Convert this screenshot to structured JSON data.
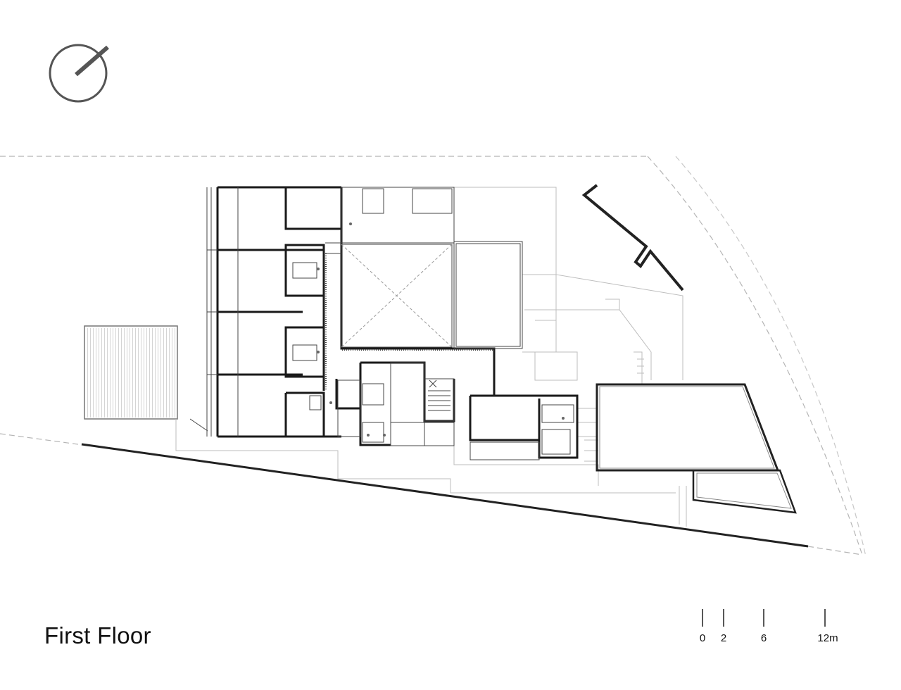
{
  "drawing": {
    "title": "First Floor",
    "scale_bar": {
      "ticks": [
        "0",
        "2",
        "6",
        "12"
      ],
      "unit": "m"
    }
  },
  "icons": {
    "north_arrow": "north-arrow-icon"
  },
  "colors": {
    "wall": "#1a1a1a",
    "light_line": "#b8b8b8",
    "background": "#ffffff"
  }
}
